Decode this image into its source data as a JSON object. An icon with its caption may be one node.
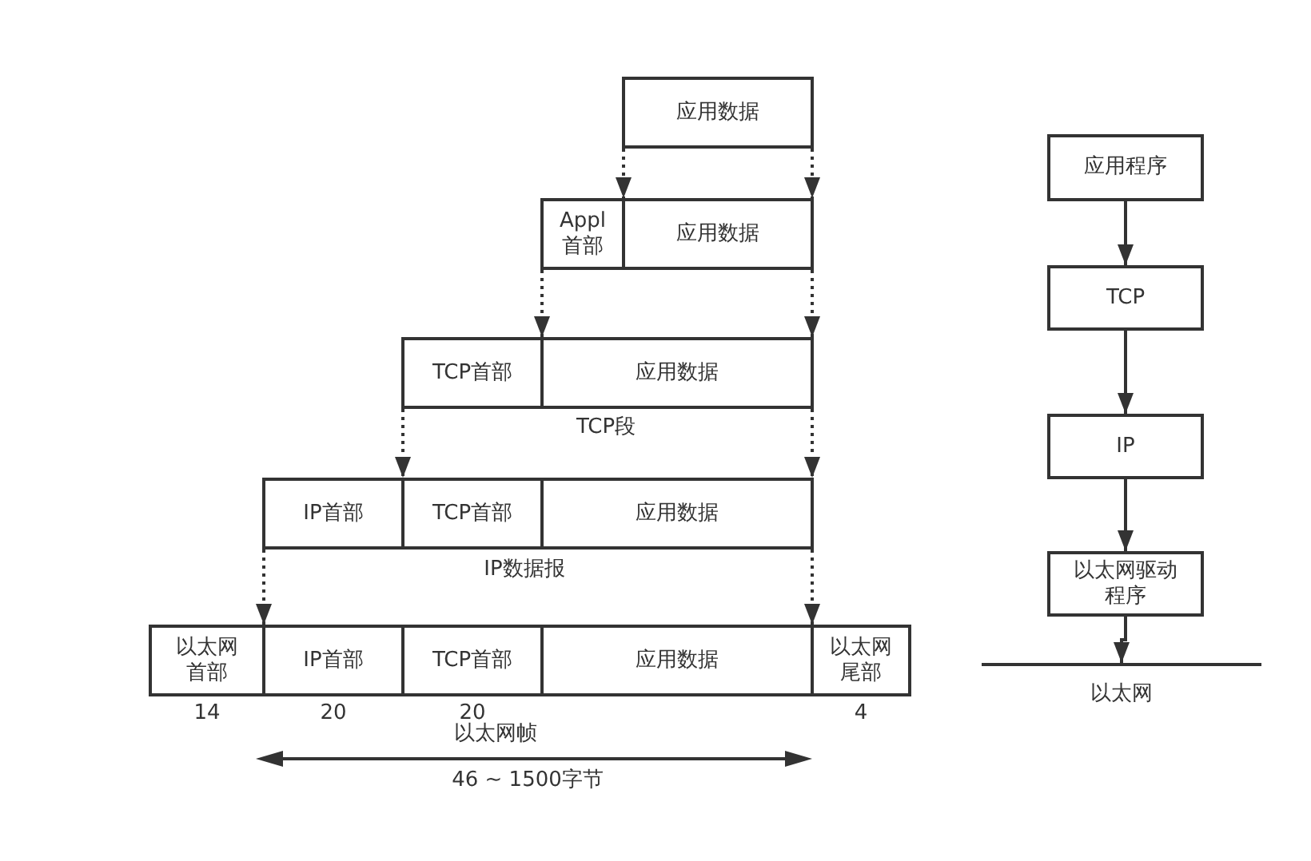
{
  "diagram": {
    "nodes": [
      {
        "text": [
          "应用数据"
        ]
      },
      {
        "text": [
          "Appl 首部"
        ]
      },
      {
        "text": [
          "应用数据"
        ]
      },
      {
        "text": [
          "TCP首部"
        ]
      },
      {
        "text": [
          "应用数据"
        ]
      },
      {
        "text": [
          "IP首部"
        ]
      },
      {
        "text": [
          "TCP首部"
        ]
      },
      {
        "text": [
          "应用数据"
        ]
      },
      {
        "text": [
          "以太网首部"
        ],
        "beside": [
          "14"
        ]
      },
      {
        "text": [
          "IP首部"
        ],
        "beside": [
          "20"
        ]
      },
      {
        "text": [
          "TCP首部"
        ],
        "beside": [
          "20"
        ]
      },
      {
        "text": [
          "应用数据"
        ]
      },
      {
        "text": [
          "以太网尾部"
        ],
        "beside": [
          "4"
        ]
      },
      {
        "text": [
          "应用程序"
        ]
      },
      {
        "text": [
          "TCP"
        ]
      },
      {
        "text": [
          "IP"
        ]
      },
      {
        "text": [
          "以太网驱动程序"
        ]
      },
      {
        "text": [
          "以太网"
        ]
      }
    ],
    "edges": [
      {
        "from": 0,
        "to": 2,
        "arrow": "to",
        "style": "dashed"
      },
      {
        "from": 0,
        "to": 2,
        "arrow": "to",
        "style": "dashed"
      },
      {
        "from": 1,
        "to": 4,
        "arrow": "to",
        "style": "dashed"
      },
      {
        "from": 2,
        "to": 4,
        "arrow": "to",
        "style": "dashed"
      },
      {
        "from": 3,
        "to": 6,
        "arrow": "to",
        "style": "dashed"
      },
      {
        "from": 4,
        "to": 7,
        "arrow": "to",
        "style": "dashed"
      },
      {
        "from": 5,
        "to": 9,
        "arrow": "to",
        "style": "dashed"
      },
      {
        "from": 7,
        "to": 11,
        "arrow": "to",
        "style": "dashed"
      },
      {
        "from": 13,
        "to": 14,
        "arrow": "to"
      },
      {
        "from": 14,
        "to": 15,
        "arrow": "to"
      },
      {
        "from": 15,
        "to": 16,
        "arrow": "to"
      },
      {
        "from": 16,
        "to": 17,
        "arrow": "to"
      }
    ],
    "labels": [
      "TCP段",
      "IP数据报",
      "以太网帧",
      "46 ~ 1500字节"
    ]
  }
}
